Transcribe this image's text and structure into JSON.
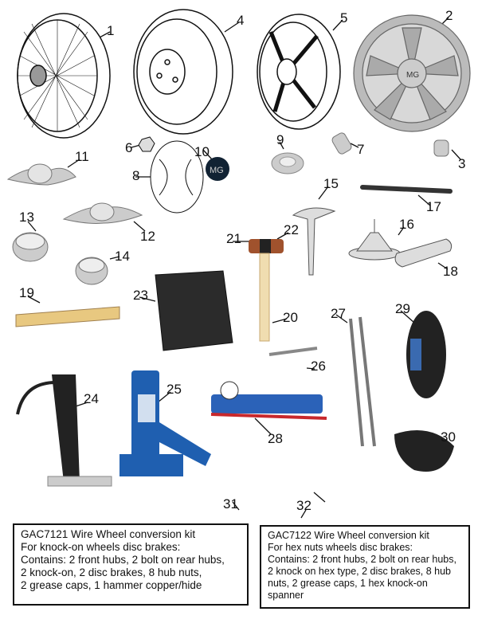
{
  "callouts": [
    "1",
    "2",
    "3",
    "4",
    "5",
    "6",
    "7",
    "8",
    "9",
    "10",
    "11",
    "12",
    "13",
    "14",
    "15",
    "16",
    "17",
    "18",
    "19",
    "20",
    "21",
    "22",
    "23",
    "24",
    "25",
    "26",
    "27",
    "28",
    "29",
    "30",
    "31",
    "32"
  ],
  "kits": [
    {
      "lines": [
        "GAC7121 Wire Wheel conversion kit",
        "For knock-on wheels disc brakes:",
        "Contains: 2 front hubs, 2 bolt on rear hubs,",
        "2 knock-on, 2 disc brakes, 8 hub nuts,",
        "2 grease caps, 1 hammer copper/hide"
      ]
    },
    {
      "lines": [
        "GAC7122 Wire Wheel conversion kit",
        "For hex nuts wheels disc brakes:",
        "Contains: 2 front hubs, 2 bolt on rear hubs,",
        "2 knock on hex type, 2 disc brakes, 8 hub",
        "nuts, 2 grease caps, 1 hex knock-on",
        "spanner"
      ]
    }
  ],
  "logo_text": "MG",
  "colors": {
    "jack_blue": "#1f5fb0",
    "pump_blue": "#2b62b8",
    "pump_red": "#c8282c",
    "chrome": "#c8c8c8",
    "dark": "#222222"
  }
}
